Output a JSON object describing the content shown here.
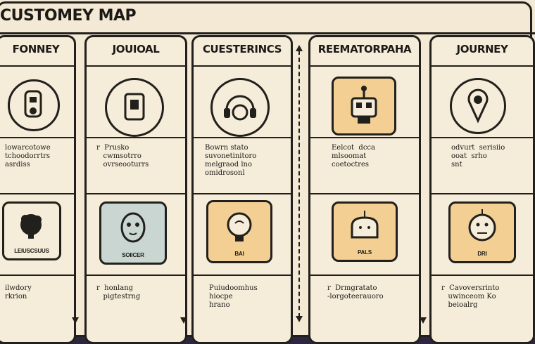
{
  "title": "CUSTOMEY MAP",
  "columns": [
    {
      "header": "FONNEY",
      "icon": "phone-device-icon",
      "top_text": "lowarcotowe\ntchoodorrtrs\nasrdiss",
      "tile_icon": "head-silhouette-icon",
      "tile_label": "LEIUSCSUUS",
      "tile_color": "#f5ecd9",
      "bottom_text": "ilwdory\nrkrion"
    },
    {
      "header": "JOUIOAL",
      "icon": "mobile-phone-icon",
      "top_text": "r  Prusko\n   cwmsotrro\n   ovrseooturrs",
      "tile_icon": "alien-face-icon",
      "tile_label": "SOIICER",
      "tile_color": "#c9d6d2",
      "bottom_text": "r  honlang\n   pigtestrng"
    },
    {
      "header": "CUESTERINCS",
      "icon": "headset-icon",
      "top_text": "Bowrn stato\nsuvonetinitoro\nmelgraod lno\nomidrosonl",
      "tile_icon": "lightbulb-icon",
      "tile_label": "BAI",
      "tile_color": "#f3cf93",
      "bottom_text": "Puiudoomhus\nhiocpe\nhrano"
    },
    {
      "header": "REEMATORPAHA",
      "icon": "robot-icon",
      "top_text": "Eelcot  dcca\nmlsoomat\ncoetoctres",
      "tile_icon": "bread-loaf-icon",
      "tile_label": "PALS",
      "tile_color": "#f3cf93",
      "bottom_text": "r  Drmgratato\n-lorgoteerauoro"
    },
    {
      "header": "JOURNEY",
      "icon": "location-pin-icon",
      "top_text": "odvurt  serisiio\nooat  srho\nsnt",
      "tile_icon": "smiley-face-icon",
      "tile_label": "DRI",
      "tile_color": "#f3cf93",
      "bottom_text": "r  Cavoversrinto\n   uwinceom Ko\n   beioalrg"
    }
  ],
  "colors": {
    "ink": "#22201c",
    "paper": "#f3e9d4",
    "tile_orange": "#f3cf93",
    "tile_blue": "#c9d6d2",
    "band_purple": "#4a3d6b"
  }
}
